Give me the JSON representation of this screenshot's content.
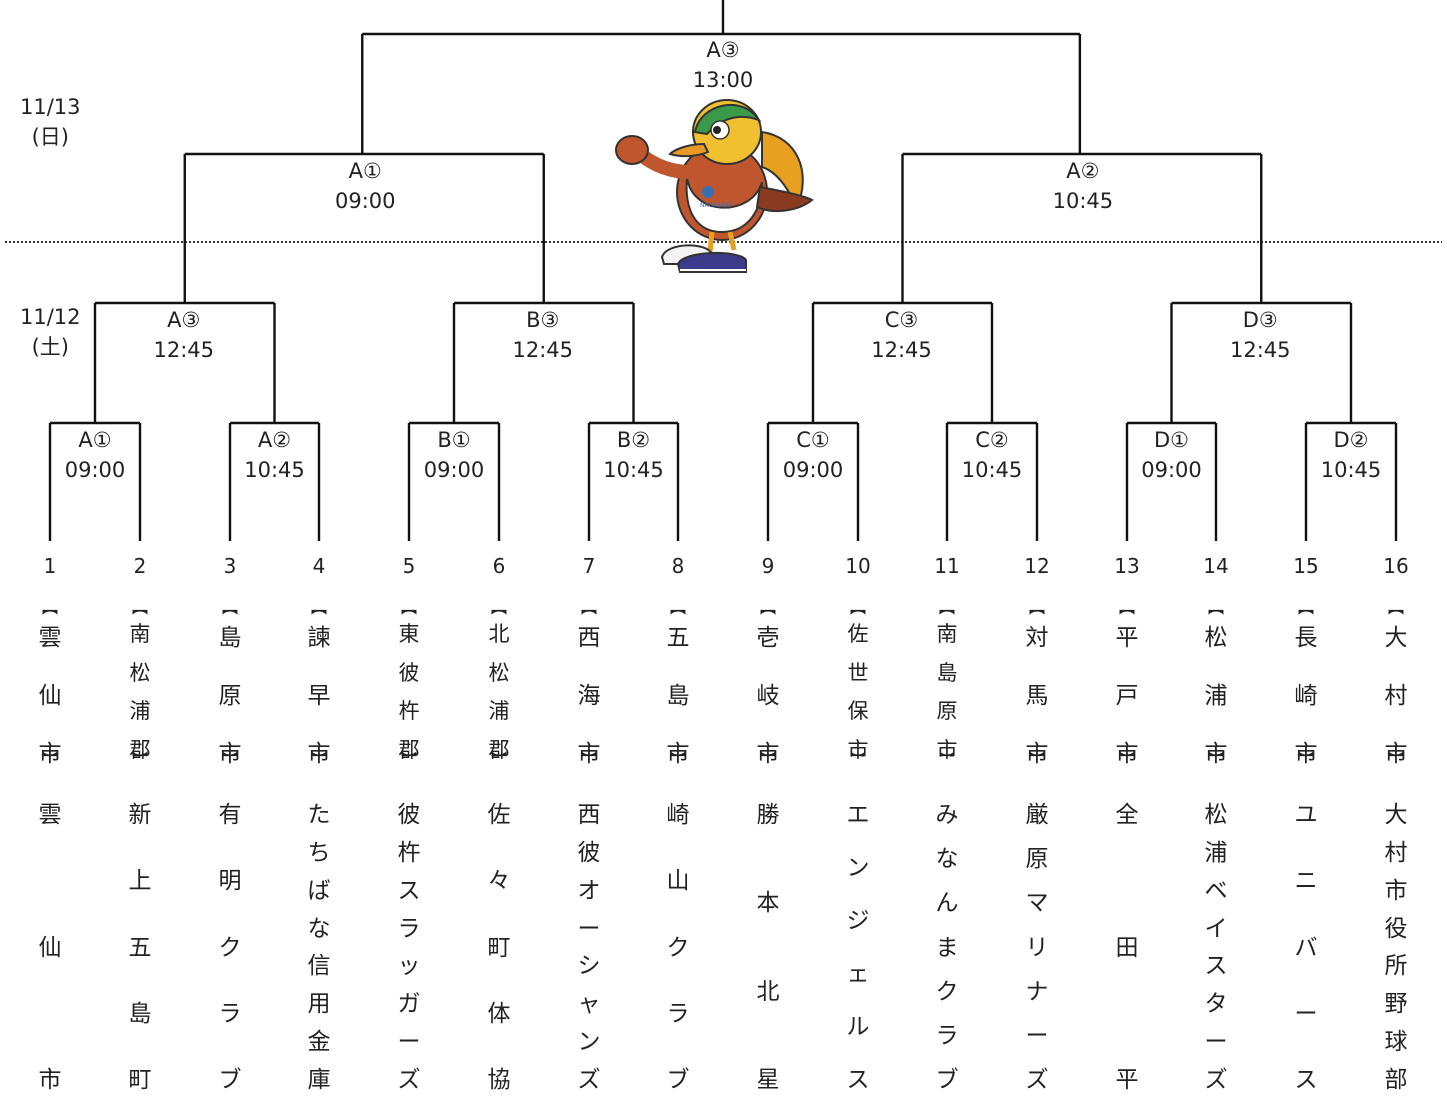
{
  "days": {
    "day2": {
      "date": "11/13",
      "dow": "(日)"
    },
    "day1": {
      "date": "11/12",
      "dow": "(土)"
    }
  },
  "final": {
    "id": "A③",
    "time": "13:00"
  },
  "semis": [
    {
      "id": "A①",
      "time": "09:00"
    },
    {
      "id": "A②",
      "time": "10:45"
    }
  ],
  "quarters": [
    {
      "id": "A③",
      "time": "12:45"
    },
    {
      "id": "B③",
      "time": "12:45"
    },
    {
      "id": "C③",
      "time": "12:45"
    },
    {
      "id": "D③",
      "time": "12:45"
    }
  ],
  "round1": [
    {
      "id": "A①",
      "time": "09:00"
    },
    {
      "id": "A②",
      "time": "10:45"
    },
    {
      "id": "B①",
      "time": "09:00"
    },
    {
      "id": "B②",
      "time": "10:45"
    },
    {
      "id": "C①",
      "time": "09:00"
    },
    {
      "id": "C②",
      "time": "10:45"
    },
    {
      "id": "D①",
      "time": "09:00"
    },
    {
      "id": "D②",
      "time": "10:45"
    }
  ],
  "teams": [
    {
      "seed": "1",
      "region": "雲仙市",
      "name": "雲仙市"
    },
    {
      "seed": "2",
      "region": "南松浦郡",
      "name": "新上五島町"
    },
    {
      "seed": "3",
      "region": "島原市",
      "name": "有明クラブ"
    },
    {
      "seed": "4",
      "region": "諫早市",
      "name": "たちばな信用金庫"
    },
    {
      "seed": "5",
      "region": "東彼杵郡",
      "name": "彼杵スラッガーズ"
    },
    {
      "seed": "6",
      "region": "北松浦郡",
      "name": "佐々町体協"
    },
    {
      "seed": "7",
      "region": "西海市",
      "name": "西彼オーシャンズ"
    },
    {
      "seed": "8",
      "region": "五島市",
      "name": "崎山クラブ"
    },
    {
      "seed": "9",
      "region": "壱岐市",
      "name": "勝本北星"
    },
    {
      "seed": "10",
      "region": "佐世保市",
      "name": "エンジェルス"
    },
    {
      "seed": "11",
      "region": "南島原市",
      "name": "みなんまクラブ"
    },
    {
      "seed": "12",
      "region": "対馬市",
      "name": "厳原マリナーズ"
    },
    {
      "seed": "13",
      "region": "平戸市",
      "name": "全田平"
    },
    {
      "seed": "14",
      "region": "松浦市",
      "name": "松浦ベイスターズ"
    },
    {
      "seed": "15",
      "region": "長崎市",
      "name": "ユニバース"
    },
    {
      "seed": "16",
      "region": "大村市",
      "name": "大村市役所野球部"
    }
  ],
  "mascot": {
    "badge_text": "NAGASAKI"
  },
  "colors": {
    "line": "#111111",
    "text": "#222222",
    "divider": "#333333"
  }
}
